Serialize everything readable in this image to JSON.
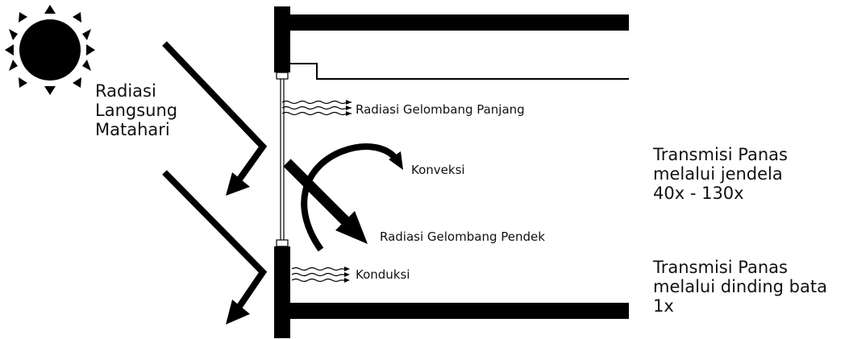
{
  "labels": {
    "solar_radiation": [
      "Radiasi",
      "Langsung",
      "Matahari"
    ],
    "long_wave": "Radiasi Gelombang Panjang",
    "convection": "Konveksi",
    "short_wave": "Radiasi Gelombang Pendek",
    "conduction": "Konduksi",
    "window_transmission": [
      "Transmisi Panas",
      "melalui jendela",
      "40x - 130x"
    ],
    "wall_transmission": [
      "Transmisi Panas",
      "melalui dinding bata",
      "1x"
    ]
  },
  "colors": {
    "ink": "#000000",
    "background": "#ffffff"
  },
  "icons": [
    "sun-icon"
  ]
}
